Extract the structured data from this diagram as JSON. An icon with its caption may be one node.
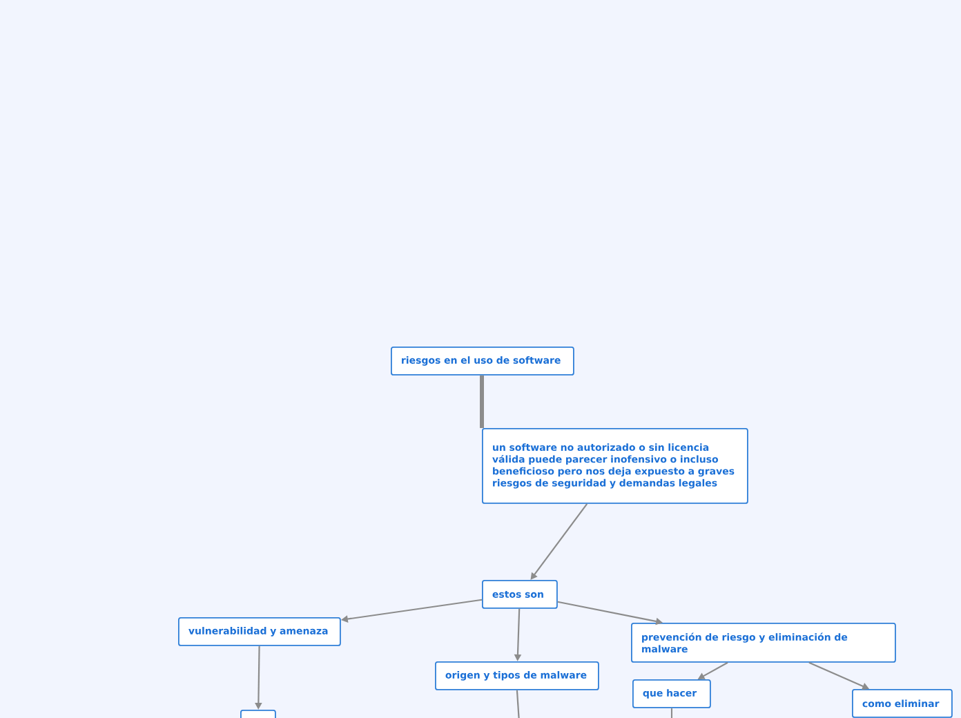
{
  "diagram": {
    "nodes": [
      {
        "text": [
          "riesgos en el uso de software"
        ]
      },
      {
        "text": [
          "un software no autorizado o sin licencia válida puede parecer inofensivo o incluso beneficioso pero nos deja expuesto a graves riesgos de seguridad y demandas legales"
        ]
      },
      {
        "text": [
          "estos son"
        ]
      },
      {
        "text": [
          "vulnerabilidad y amenaza"
        ]
      },
      {
        "text": [
          "origen y tipos de malware"
        ]
      },
      {
        "text": [
          "prevención de riesgo y eliminación de malware"
        ]
      },
      {
        "text": [
          "que hacer"
        ]
      },
      {
        "text": [
          "como eliminar"
        ]
      },
      {
        "text": [],
        "shape": "box"
      }
    ],
    "edges": [
      {
        "from": 0,
        "to": 1,
        "arrow": "none",
        "style": "thick"
      },
      {
        "from": 1,
        "to": 2,
        "arrow": "to"
      },
      {
        "from": 2,
        "to": 3,
        "arrow": "to"
      },
      {
        "from": 2,
        "to": 4,
        "arrow": "to"
      },
      {
        "from": 2,
        "to": 5,
        "arrow": "to"
      },
      {
        "from": 5,
        "to": 6,
        "arrow": "to"
      },
      {
        "from": 5,
        "to": 7,
        "arrow": "to"
      },
      {
        "from": 3,
        "to": 8,
        "arrow": "to"
      },
      {
        "from": 4,
        "to": null,
        "arrow": "none"
      },
      {
        "from": 6,
        "to": null,
        "arrow": "none"
      }
    ]
  }
}
